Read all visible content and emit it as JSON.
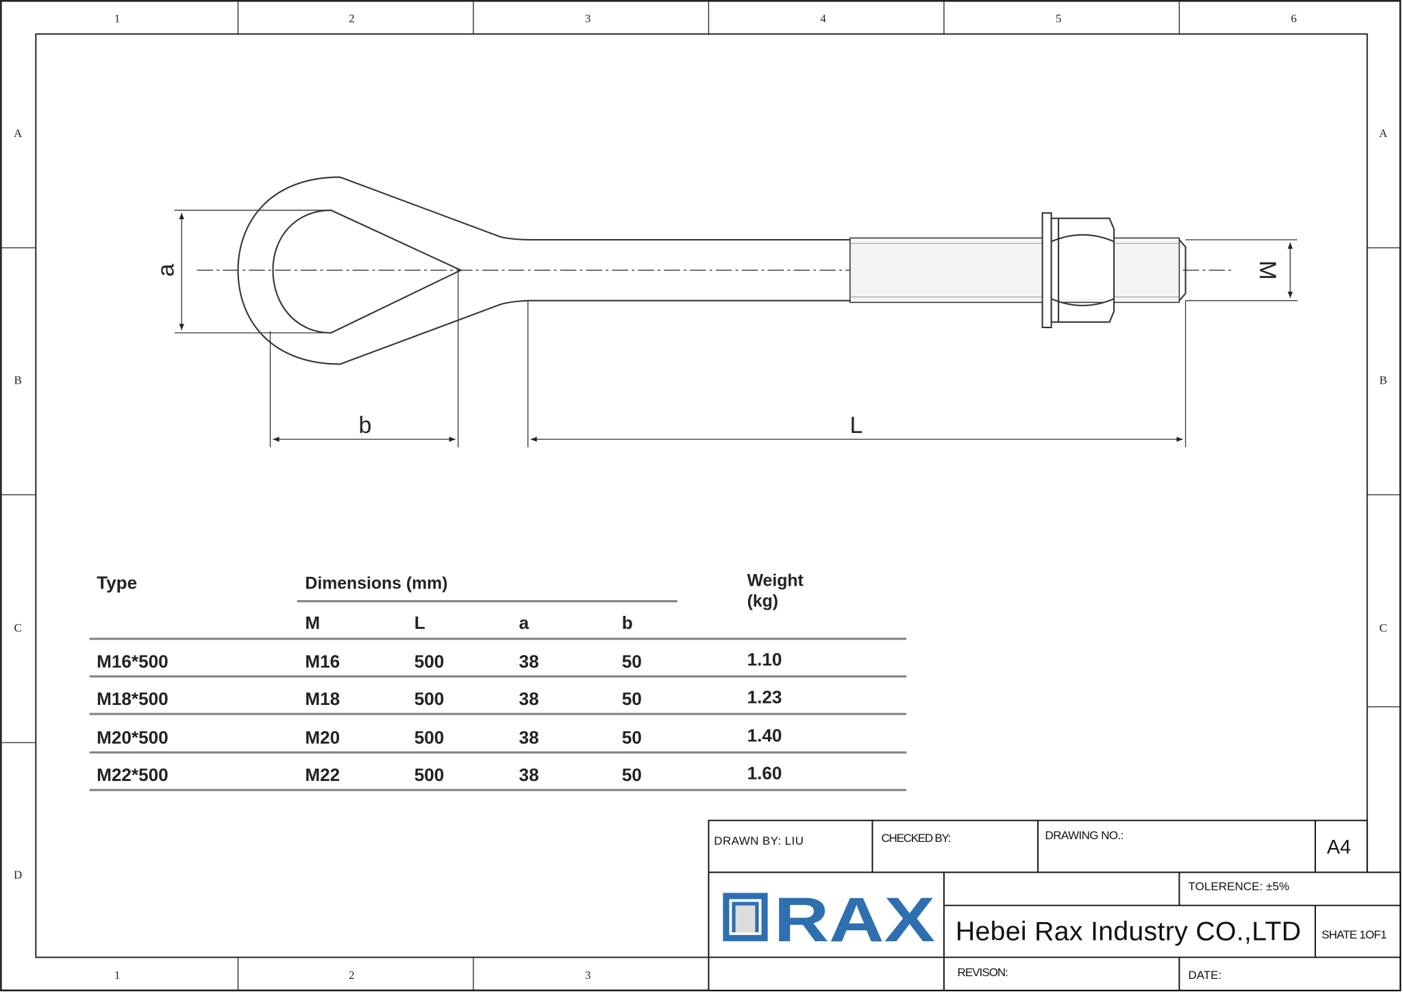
{
  "grid": {
    "columns": [
      "1",
      "2",
      "3",
      "4",
      "5",
      "6"
    ],
    "bottom_columns": [
      "1",
      "2",
      "3"
    ],
    "rows_left": [
      "A",
      "B",
      "C",
      "D"
    ],
    "rows_right": [
      "A",
      "B",
      "C"
    ]
  },
  "drawing": {
    "dim_labels": {
      "a": "a",
      "b": "b",
      "L": "L",
      "M": "M"
    }
  },
  "table": {
    "headers": {
      "type": "Type",
      "dimensions": "Dimensions (mm)",
      "weight": "Weight",
      "weight_unit": "(kg)"
    },
    "sub_headers": [
      "M",
      "L",
      "a",
      "b"
    ],
    "rows": [
      {
        "type": "M16*500",
        "M": "M16",
        "L": "500",
        "a": "38",
        "b": "50",
        "weight": "1.10"
      },
      {
        "type": "M18*500",
        "M": "M18",
        "L": "500",
        "a": "38",
        "b": "50",
        "weight": "1.23"
      },
      {
        "type": "M20*500",
        "M": "M20",
        "L": "500",
        "a": "38",
        "b": "50",
        "weight": "1.40"
      },
      {
        "type": "M22*500",
        "M": "M22",
        "L": "500",
        "a": "38",
        "b": "50",
        "weight": "1.60"
      }
    ]
  },
  "title_block": {
    "drawn_by": "DRAWN BY:   LIU",
    "checked_by": "CHECKED BY:",
    "drawing_no": "DRAWING NO.:",
    "size": "A4",
    "logo_text": "RAX",
    "logo_color": "#2e6fb0",
    "tolerance": "TOLERENCE:  ±5%",
    "company": "Hebei Rax Industry CO.,LTD",
    "sheet": "SHATE 1OF1",
    "revision": "REVISON:",
    "date": "DATE:"
  }
}
